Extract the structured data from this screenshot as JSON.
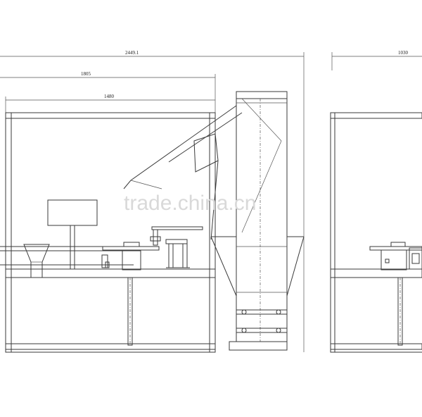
{
  "dimensions": {
    "overall_width": "2449.1",
    "frame_width": "1805",
    "inner_width": "1480",
    "side_width": "1030"
  },
  "watermark": "trade.china.cn"
}
